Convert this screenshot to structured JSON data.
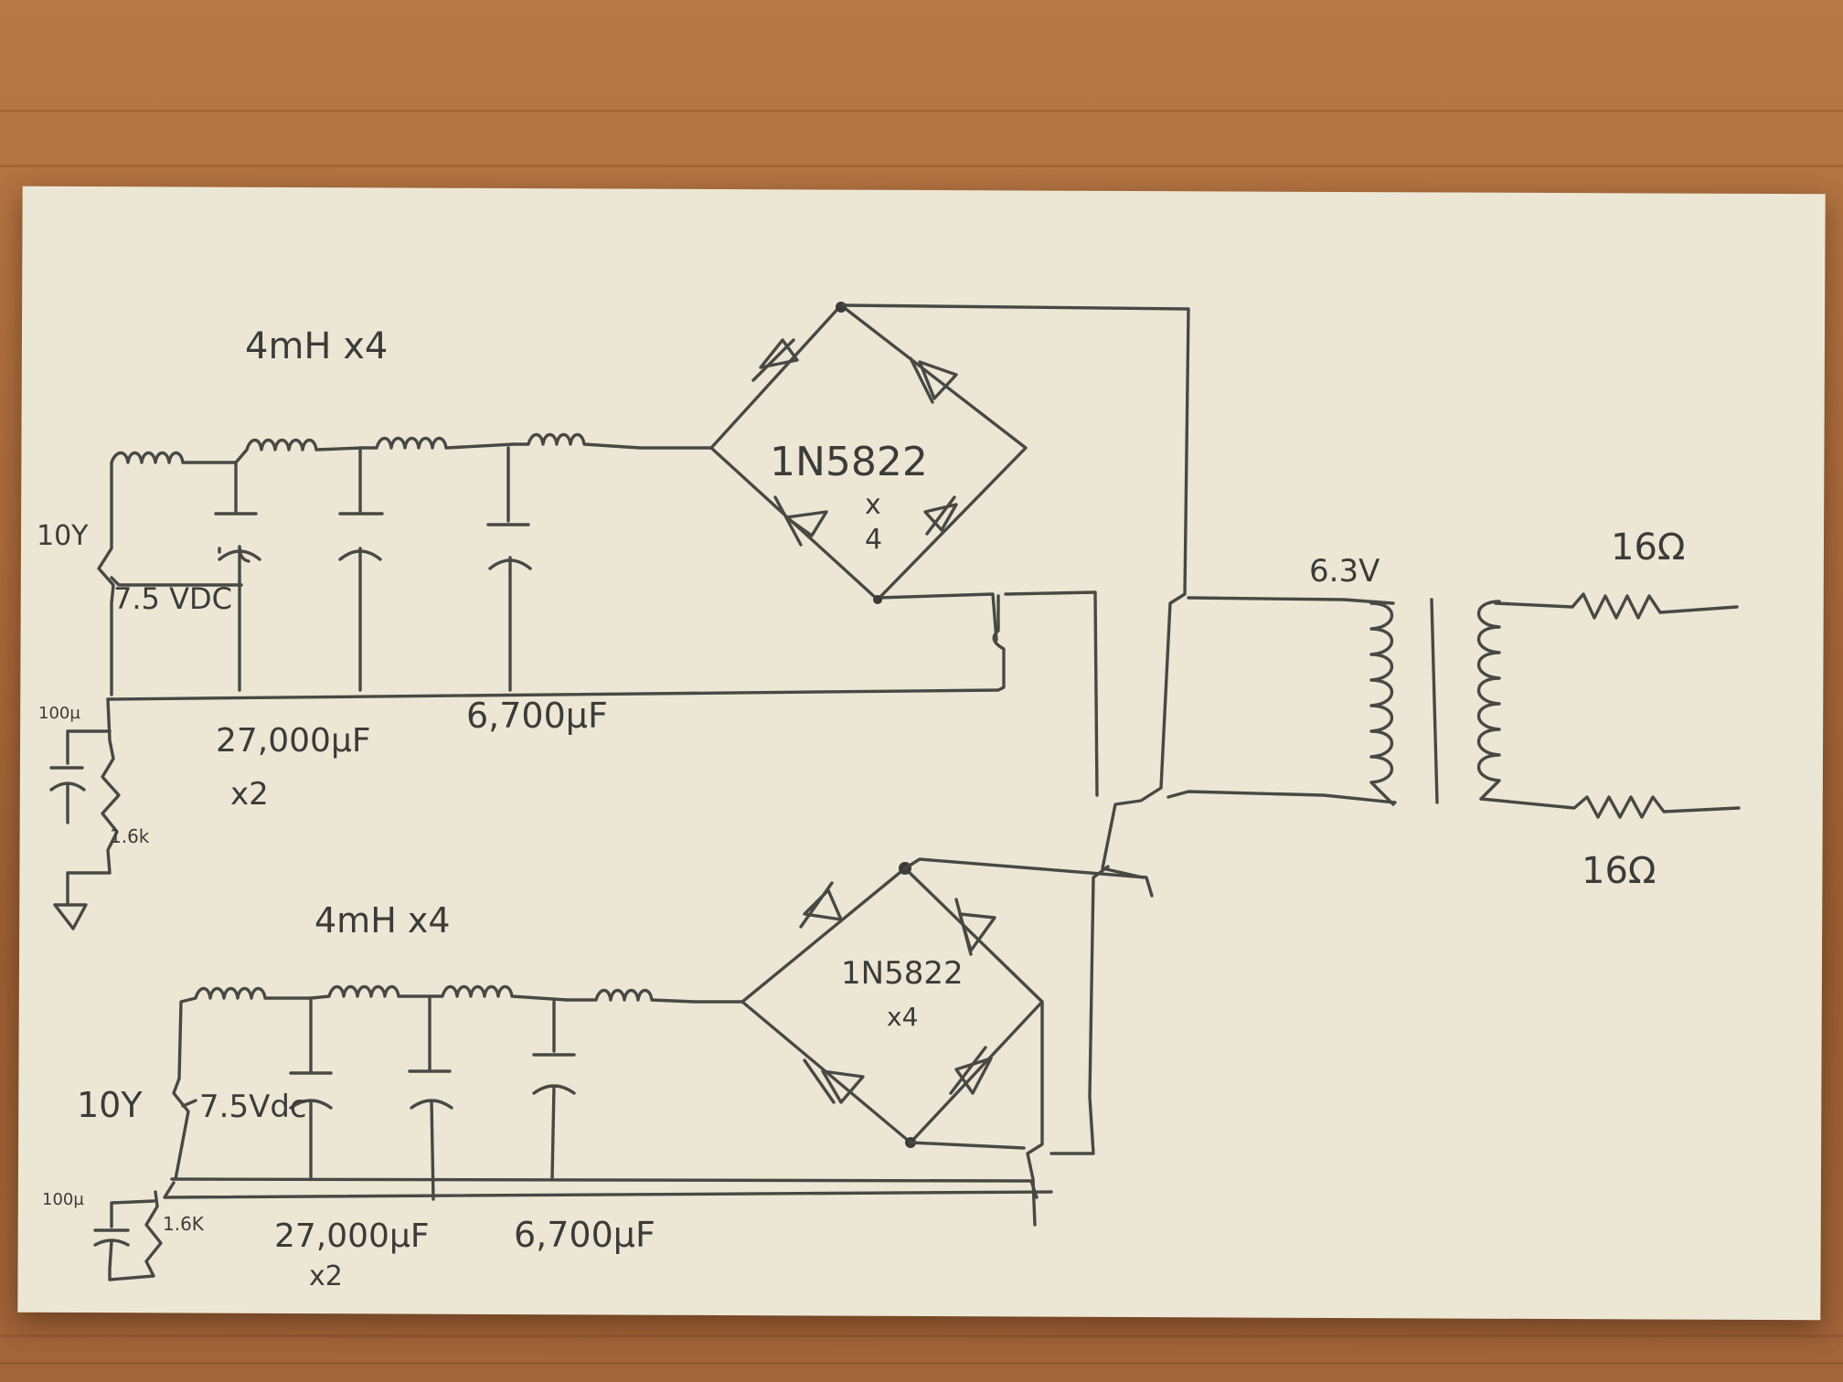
{
  "labels": {
    "top_inductors": "4mH x4",
    "top_bridge_part": "1N5822",
    "top_bridge_x": "x",
    "top_bridge_qty": "4",
    "top_pot": "10Y",
    "top_vdc": "7.5 VDC",
    "top_cap_big": "27,000µF",
    "top_cap_big_qty": "x2",
    "top_cap_small": "6,700µF",
    "top_cap_100": "100µ",
    "top_res": "1.6k",
    "transformer_primary": "6.3V",
    "load_top": "16Ω",
    "load_bottom": "16Ω",
    "bot_inductors": "4mH x4",
    "bot_bridge_part": "1N5822",
    "bot_bridge_qty": "x4",
    "bot_pot": "10Y",
    "bot_vdc": "7.5Vdc",
    "bot_cap_100": "100µ",
    "bot_res": "1.6K",
    "bot_cap_big": "27,000µF",
    "bot_cap_big_qty": "x2",
    "bot_cap_small": "6,700µF"
  }
}
